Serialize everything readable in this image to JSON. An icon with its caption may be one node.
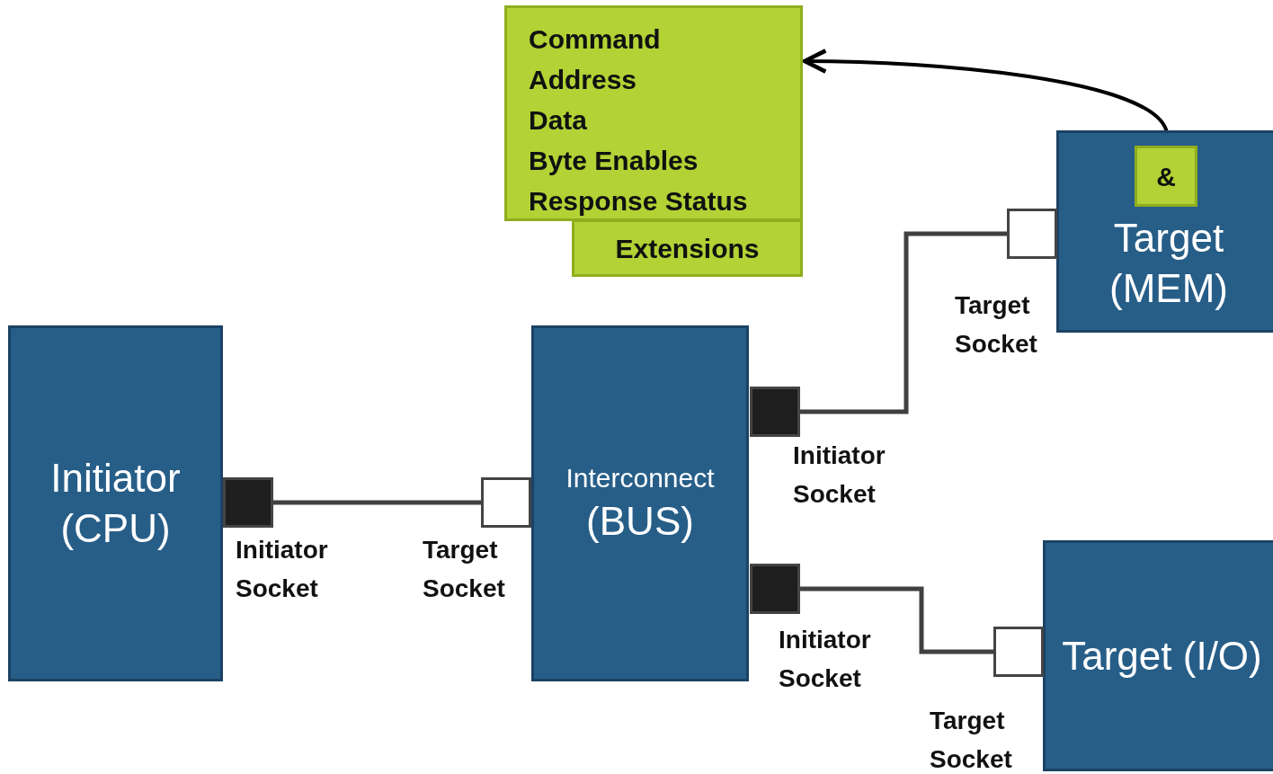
{
  "diagram": {
    "nodes": [
      {
        "text": [
          "Command",
          "Address",
          "Data",
          "Byte Enables",
          "Response Status"
        ]
      },
      {
        "text": [
          "Extensions"
        ]
      },
      {
        "text": [
          "Target (MEM)"
        ]
      },
      {
        "text": [
          "&"
        ],
        "in": 2
      },
      {
        "text": [],
        "shape": "box",
        "beside": [
          "Target Socket"
        ]
      },
      {
        "text": [
          "Initiator (CPU)"
        ]
      },
      {
        "text": [],
        "shape": "box",
        "beside": [
          "Initiator Socket"
        ]
      },
      {
        "text": [],
        "shape": "box",
        "beside": [
          "Target Socket"
        ]
      },
      {
        "text": [
          "Interconnect",
          "(BUS)"
        ]
      },
      {
        "text": [],
        "shape": "box",
        "beside": [
          "Initiator Socket"
        ]
      },
      {
        "text": [],
        "shape": "box",
        "beside": [
          "Initiator Socket"
        ]
      },
      {
        "text": [
          "Target (I/O)"
        ]
      },
      {
        "text": [],
        "shape": "box",
        "beside": [
          "Target Socket"
        ]
      }
    ],
    "edges": [
      {
        "from": 3,
        "to": 0,
        "arrow": "to"
      },
      {
        "from": 6,
        "to": 7,
        "arrow": "none"
      },
      {
        "from": 9,
        "to": 4,
        "arrow": "none"
      },
      {
        "from": 10,
        "to": 12,
        "arrow": "none"
      }
    ]
  }
}
